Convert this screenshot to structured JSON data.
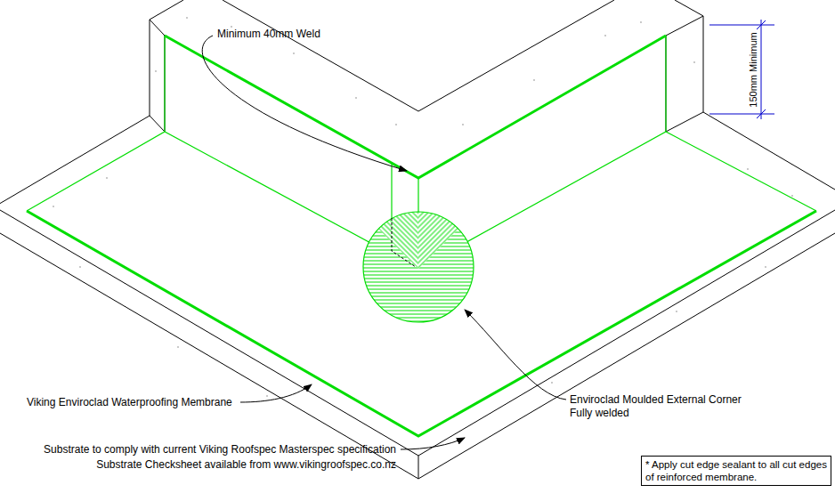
{
  "diagram": {
    "nodes": [
      {
        "text": [
          "* Apply cut edge sealant to all cut edges of reinforced membrane."
        ]
      }
    ],
    "labels": [
      "Minimum 40mm Weld",
      "150mm Minimum",
      "Viking Enviroclad Waterproofing Membrane",
      "Enviroclad Moulded External Corner Fully welded",
      "Substrate to comply with current Viking Roofspec Masterspec specification",
      "Substrate Checksheet available from www.vikingroofspec.co.nz"
    ]
  }
}
